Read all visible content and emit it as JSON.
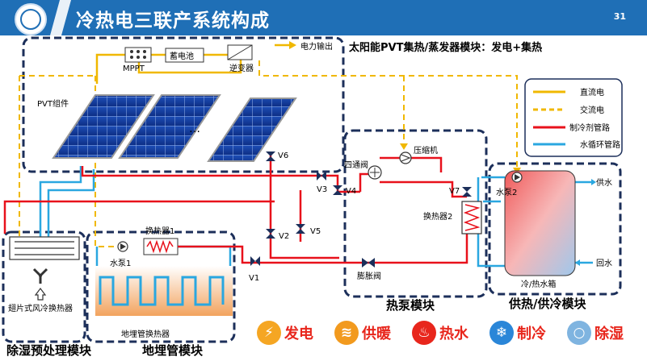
{
  "page": {
    "title": "冷热电三联产系统构成",
    "page_number": "31"
  },
  "pvt_module": {
    "heading": "太阳能PVT集热/蒸发器模块：发电+集热",
    "mppt": "MPPT",
    "battery": "蓄电池",
    "inverter": "逆变器",
    "power_output": "电力输出",
    "pvt_label": "PVT组件",
    "ellipsis": "…"
  },
  "legend": [
    {
      "label": "直流电",
      "color": "#f0b800",
      "dash": false
    },
    {
      "label": "交流电",
      "color": "#f0b800",
      "dash": true
    },
    {
      "label": "制冷剂管路",
      "color": "#e8111b",
      "dash": false
    },
    {
      "label": "水循环管路",
      "color": "#2aa7e0",
      "dash": false
    }
  ],
  "valves": {
    "v1": "V1",
    "v2": "V2",
    "v3": "V3",
    "v4": "V4",
    "v5": "V5",
    "v6": "V6",
    "v7": "V7"
  },
  "heat_pump": {
    "four_way_valve": "四通阀",
    "compressor": "压缩机",
    "exchanger2": "换热器2",
    "expansion_valve": "膨胀阀",
    "module_label": "热泵模块"
  },
  "ground": {
    "exchanger1": "换热器1",
    "pump1": "水泵1",
    "ground_exchanger": "地埋管换热器",
    "module_label": "地埋管模块"
  },
  "dehumid": {
    "fin_exchanger": "翅片式风冷换热器",
    "module_label": "除湿预处理模块"
  },
  "supply": {
    "pump2": "水泵2",
    "supply_water": "供水",
    "return_water": "回水",
    "tank": "冷/热水箱",
    "module_label": "供热/供冷模块"
  },
  "functions": [
    {
      "label": "发电",
      "icon": "lightning-icon",
      "color": "#f5a623"
    },
    {
      "label": "供暖",
      "icon": "heat-wave-icon",
      "color": "#f29a1e"
    },
    {
      "label": "热水",
      "icon": "hot-water-icon",
      "color": "#e8261c"
    },
    {
      "label": "制冷",
      "icon": "cooling-icon",
      "color": "#2a86d8"
    },
    {
      "label": "除湿",
      "icon": "dehumidify-icon",
      "color": "#7fb4e0"
    }
  ]
}
